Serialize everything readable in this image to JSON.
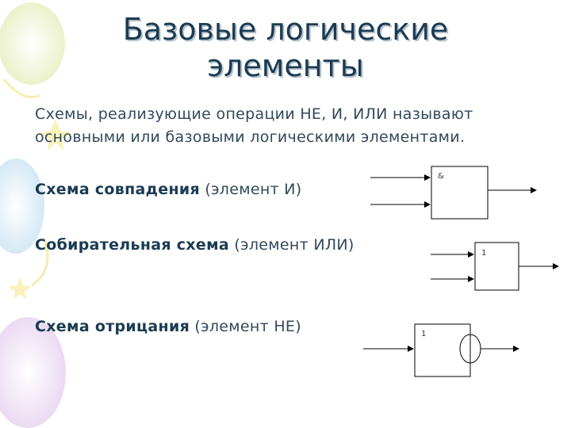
{
  "title": {
    "line1": "Базовые логические",
    "line2": "элементы"
  },
  "intro": "Схемы, реализующие операции НЕ, И, ИЛИ называют основными или базовыми логическими элементами.",
  "items": [
    {
      "bold": "Схема совпадения",
      "normal": " (элемент И)"
    },
    {
      "bold": "Собирательная схема",
      "normal": " (элемент ИЛИ)"
    },
    {
      "bold": "Схема отрицания",
      "normal": " (элемент НЕ)"
    }
  ],
  "gates": {
    "and_symbol": "&",
    "or_symbol": "1",
    "not_symbol": "1"
  }
}
